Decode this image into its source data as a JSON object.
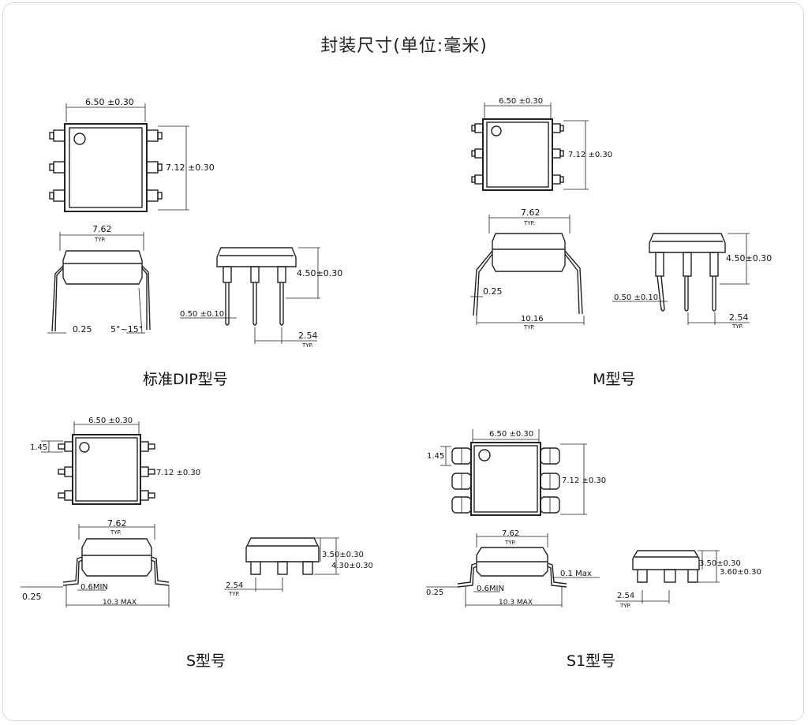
{
  "title": "封装尺寸(单位:毫米)",
  "captions": {
    "dip": "标准DIP型号",
    "m": "M型号",
    "s": "S型号",
    "s1": "S1型号"
  },
  "dims": {
    "width_650": "6.50 ±0.30",
    "length_712": "7.12 ±0.30",
    "pitch_762": "7.62",
    "typ": "TYP.",
    "height_450": "4.50±0.30",
    "lead_050": "0.50 ±0.10",
    "pitch_254": "2.54",
    "thick_025": "0.25",
    "angle": "5°~15°",
    "span_1016": "10.16",
    "pad_145": "1.45",
    "min_06": "0.6MIN",
    "max_103": "10.3  MAX",
    "height_350": "3.50±0.30",
    "height_430": "4.30±0.30",
    "max_01": "0.1 Max",
    "height_360": "3.60±0.30"
  }
}
